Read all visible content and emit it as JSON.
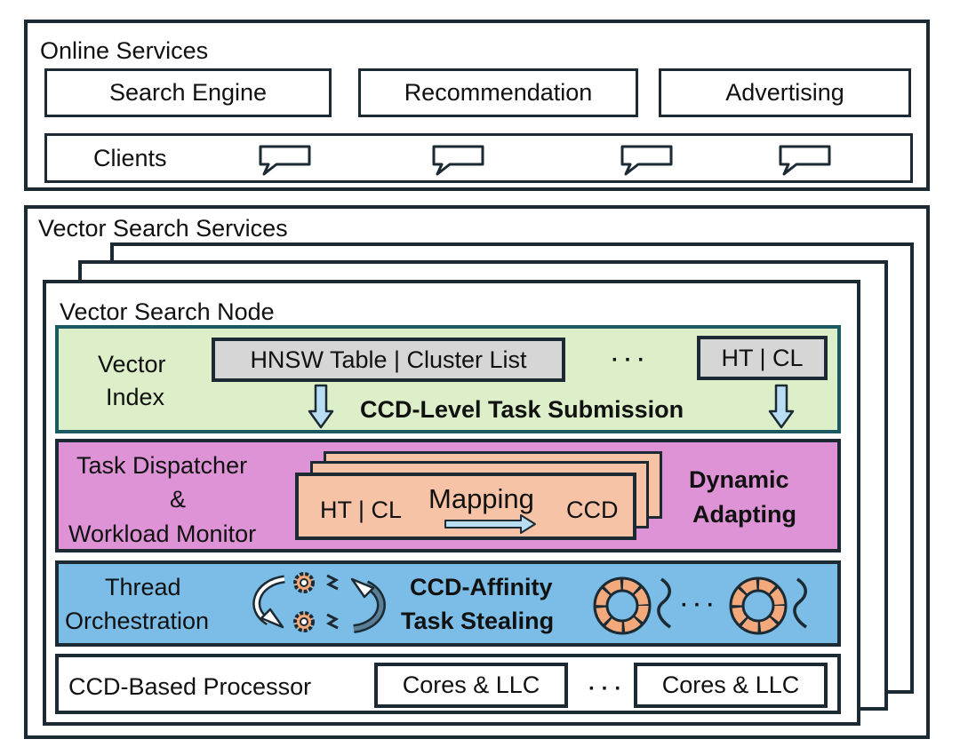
{
  "online": {
    "title": "Online Services",
    "services": [
      "Search Engine",
      "Recommendation",
      "Advertising"
    ],
    "clients_label": "Clients"
  },
  "vector_services": {
    "title": "Vector Search Services",
    "node_title": "Vector Search Node"
  },
  "index_layer": {
    "label_line1": "Vector",
    "label_line2": "Index",
    "table_label": "HNSW Table | Cluster List",
    "ellipsis": "· · ·",
    "short_label": "HT | CL",
    "submission_label": "CCD-Level Task Submission"
  },
  "dispatch_layer": {
    "label_line1": "Task Dispatcher",
    "label_line2": "&",
    "label_line3": "Workload Monitor",
    "map_left": "HT | CL",
    "map_mid": "Mapping",
    "map_right": "CCD",
    "adapt_line1": "Dynamic",
    "adapt_line2": "Adapting"
  },
  "thread_layer": {
    "label_line1": "Thread",
    "label_line2": "Orchestration",
    "steal_line1": "CCD-Affinity",
    "steal_line2": "Task Stealing",
    "ellipsis": "· · ·"
  },
  "processor_layer": {
    "label": "CCD-Based Processor",
    "core_label": "Cores & LLC",
    "ellipsis": "· · ·"
  },
  "colors": {
    "border": "#1c2b33",
    "index_bg": "#dcefc9",
    "table_bg": "#d6d6d6",
    "dispatch_bg": "#dd93d6",
    "mapping_bg": "#f6c3a6",
    "thread_bg": "#7bbde6",
    "arrow_fill": "#b9def3",
    "ring_fill": "#f3a97c"
  }
}
